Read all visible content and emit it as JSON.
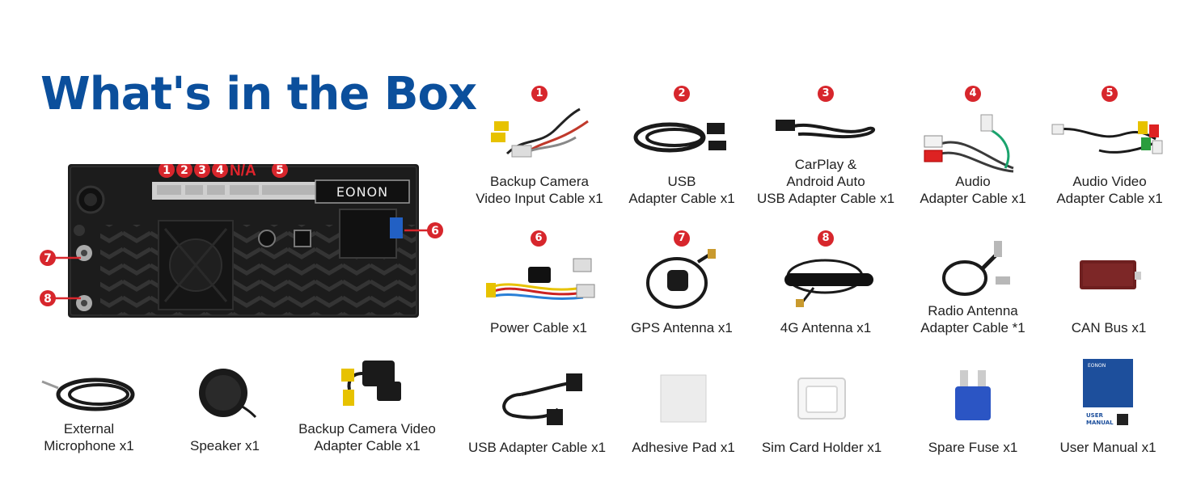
{
  "title": "What's in the Box",
  "head_unit": {
    "brand": "EONON",
    "port_numbers": [
      "1",
      "2",
      "3",
      "4"
    ],
    "port_na": "N/A",
    "port_5": "5",
    "callouts": [
      "6",
      "7",
      "8"
    ]
  },
  "items": [
    {
      "badge": "1",
      "lines": [
        "Backup Camera",
        "Video Input Cable x1"
      ]
    },
    {
      "badge": "2",
      "lines": [
        "USB",
        "Adapter Cable x1"
      ]
    },
    {
      "badge": "3",
      "lines": [
        "CarPlay &",
        "Android Auto",
        "USB Adapter Cable x1"
      ]
    },
    {
      "badge": "4",
      "lines": [
        "Audio",
        "Adapter Cable x1"
      ]
    },
    {
      "badge": "5",
      "lines": [
        "Audio Video",
        "Adapter Cable x1"
      ]
    },
    {
      "badge": "6",
      "lines": [
        "Power Cable x1"
      ]
    },
    {
      "badge": "7",
      "lines": [
        "GPS Antenna x1"
      ]
    },
    {
      "badge": "8",
      "lines": [
        "4G Antenna x1"
      ]
    },
    {
      "badge": "",
      "lines": [
        "Radio Antenna",
        "Adapter Cable *1"
      ]
    },
    {
      "badge": "",
      "lines": [
        "CAN Bus x1"
      ]
    },
    {
      "badge": "",
      "lines": [
        "External",
        "Microphone x1"
      ]
    },
    {
      "badge": "",
      "lines": [
        "Speaker x1"
      ]
    },
    {
      "badge": "",
      "lines": [
        "Backup Camera Video",
        "Adapter Cable x1"
      ]
    },
    {
      "badge": "",
      "lines": [
        "USB Adapter Cable x1"
      ]
    },
    {
      "badge": "",
      "lines": [
        "Adhesive Pad x1"
      ]
    },
    {
      "badge": "",
      "lines": [
        "Sim Card Holder x1"
      ]
    },
    {
      "badge": "",
      "lines": [
        "Spare Fuse x1"
      ]
    },
    {
      "badge": "",
      "lines": [
        "User Manual x1"
      ]
    }
  ],
  "manual_cover": {
    "line1": "USER",
    "line2": "MANUAL",
    "brand": "EONON"
  },
  "colors": {
    "title": "#0b4f9c",
    "badge": "#d7262c",
    "unit": "#1e1e1e"
  }
}
